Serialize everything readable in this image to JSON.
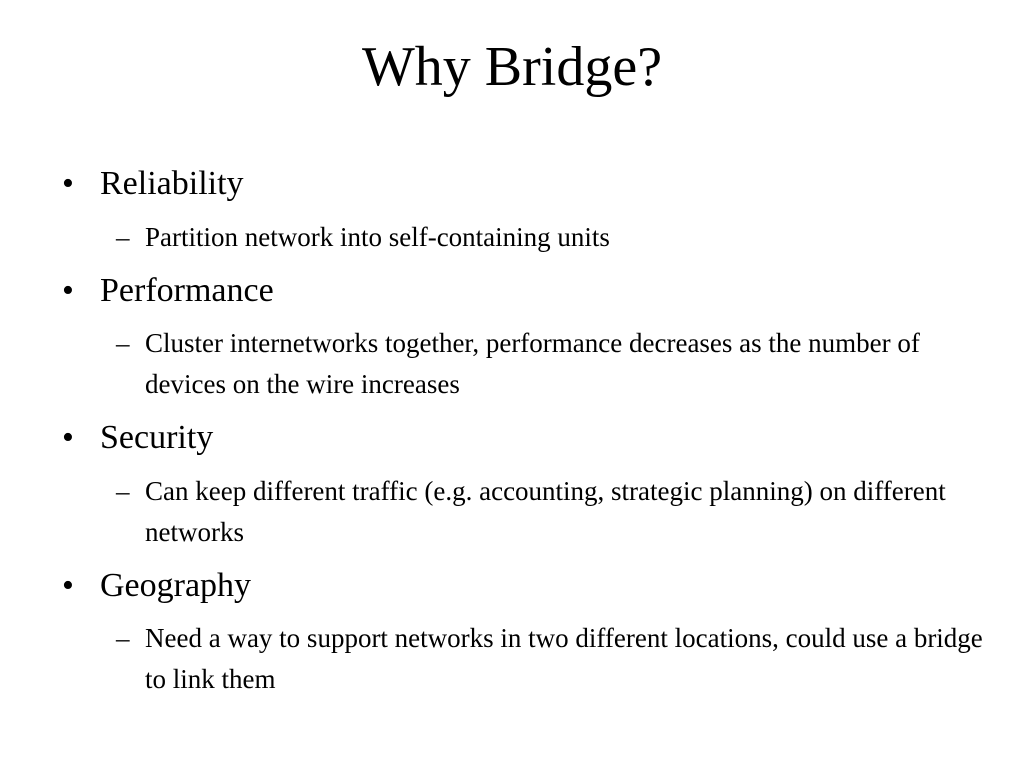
{
  "slide": {
    "title": "Why Bridge?",
    "bullet_marker": "•",
    "sub_marker": "–",
    "items": [
      {
        "heading": "Reliability",
        "detail": "Partition network into self-containing units"
      },
      {
        "heading": "Performance",
        "detail": "Cluster internetworks together, performance decreases as the number of devices on the wire increases"
      },
      {
        "heading": "Security",
        "detail": "Can keep different traffic (e.g. accounting, strategic planning) on different networks"
      },
      {
        "heading": "Geography",
        "detail": "Need a way to support networks in two different locations, could use a bridge to link them"
      }
    ]
  }
}
